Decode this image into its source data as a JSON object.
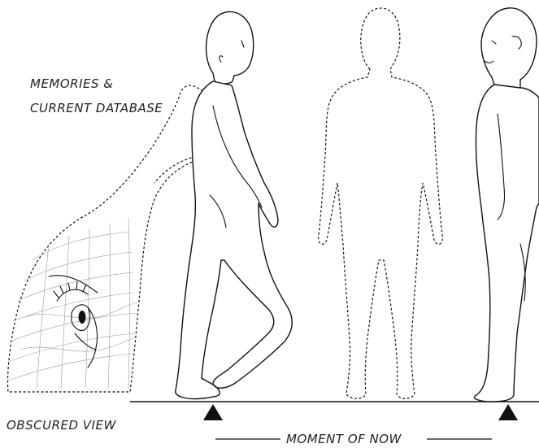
{
  "labels": {
    "memories_line1": "MEMORIES &",
    "memories_line2": "CURRENT DATABASE",
    "obscured_view": "OBSCURED VIEW",
    "moment_of_now": "MOMENT OF NOW"
  }
}
